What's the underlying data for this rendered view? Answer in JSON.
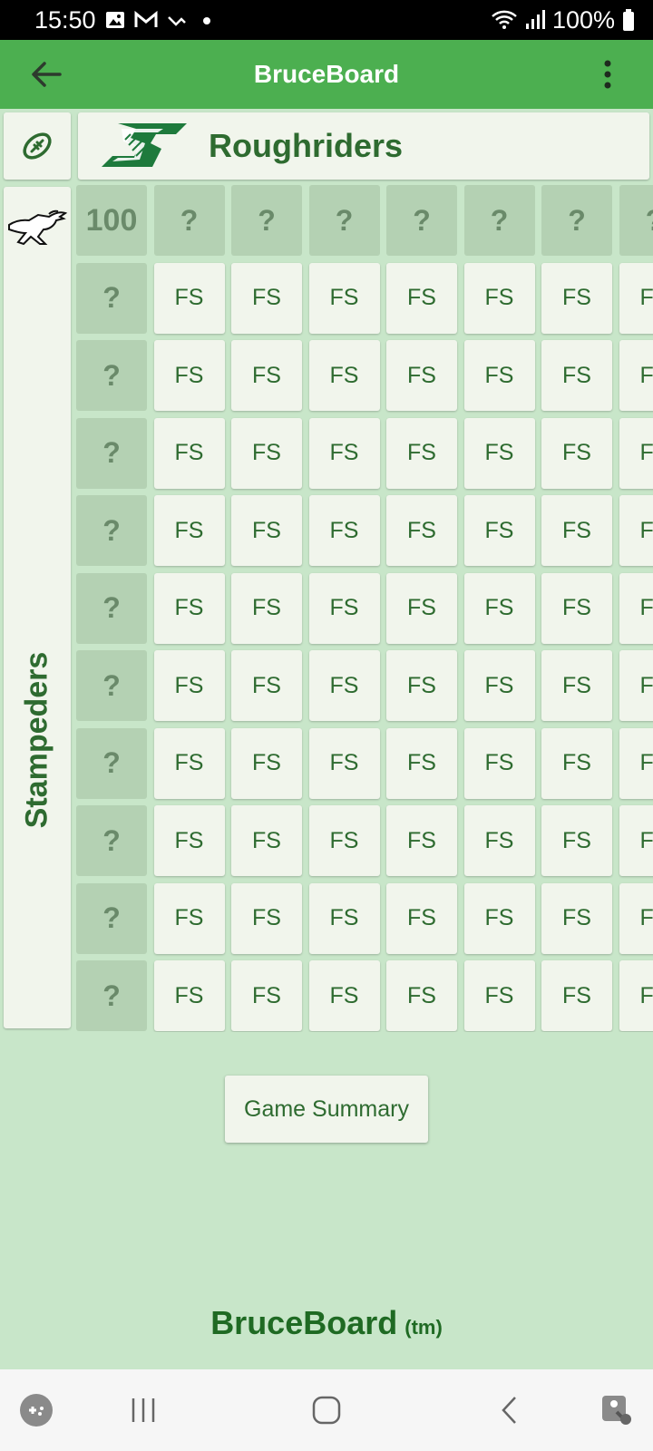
{
  "status_bar": {
    "time": "15:50",
    "battery": "100%",
    "left_icons": [
      "gallery-icon",
      "gmail-icon",
      "missed-call-icon",
      "dot-icon"
    ],
    "right_icons": [
      "wifi-icon",
      "signal-icon",
      "battery-icon"
    ]
  },
  "app_bar": {
    "title": "BruceBoard",
    "back_icon": "arrow-left-icon",
    "menu_icon": "more-vert-icon"
  },
  "board": {
    "corner_icon": "football-icon",
    "top_team": {
      "name": "Roughriders",
      "logo": "roughriders-logo"
    },
    "side_team": {
      "name": "Stampeders",
      "logo": "stampeders-logo"
    },
    "score_label": "100",
    "column_headers": [
      "?",
      "?",
      "?",
      "?",
      "?",
      "?",
      "?"
    ],
    "row_headers": [
      "?",
      "?",
      "?",
      "?",
      "?",
      "?",
      "?",
      "?",
      "?",
      "?"
    ],
    "square_label": "FS"
  },
  "summary_button": {
    "label": "Game Summary"
  },
  "footer": {
    "brand": "BruceBoard",
    "tm": "(tm)"
  },
  "nav_bar": {
    "items": [
      "game-launcher-icon",
      "recent-apps-icon",
      "home-icon",
      "back-icon",
      "accessibility-icon"
    ]
  },
  "colors": {
    "app_bar": "#4caf50",
    "background": "#c8e6c9",
    "cell": "#f1f5ec",
    "header_cell": "#b4d1b3",
    "text_green": "#2e6b30"
  }
}
